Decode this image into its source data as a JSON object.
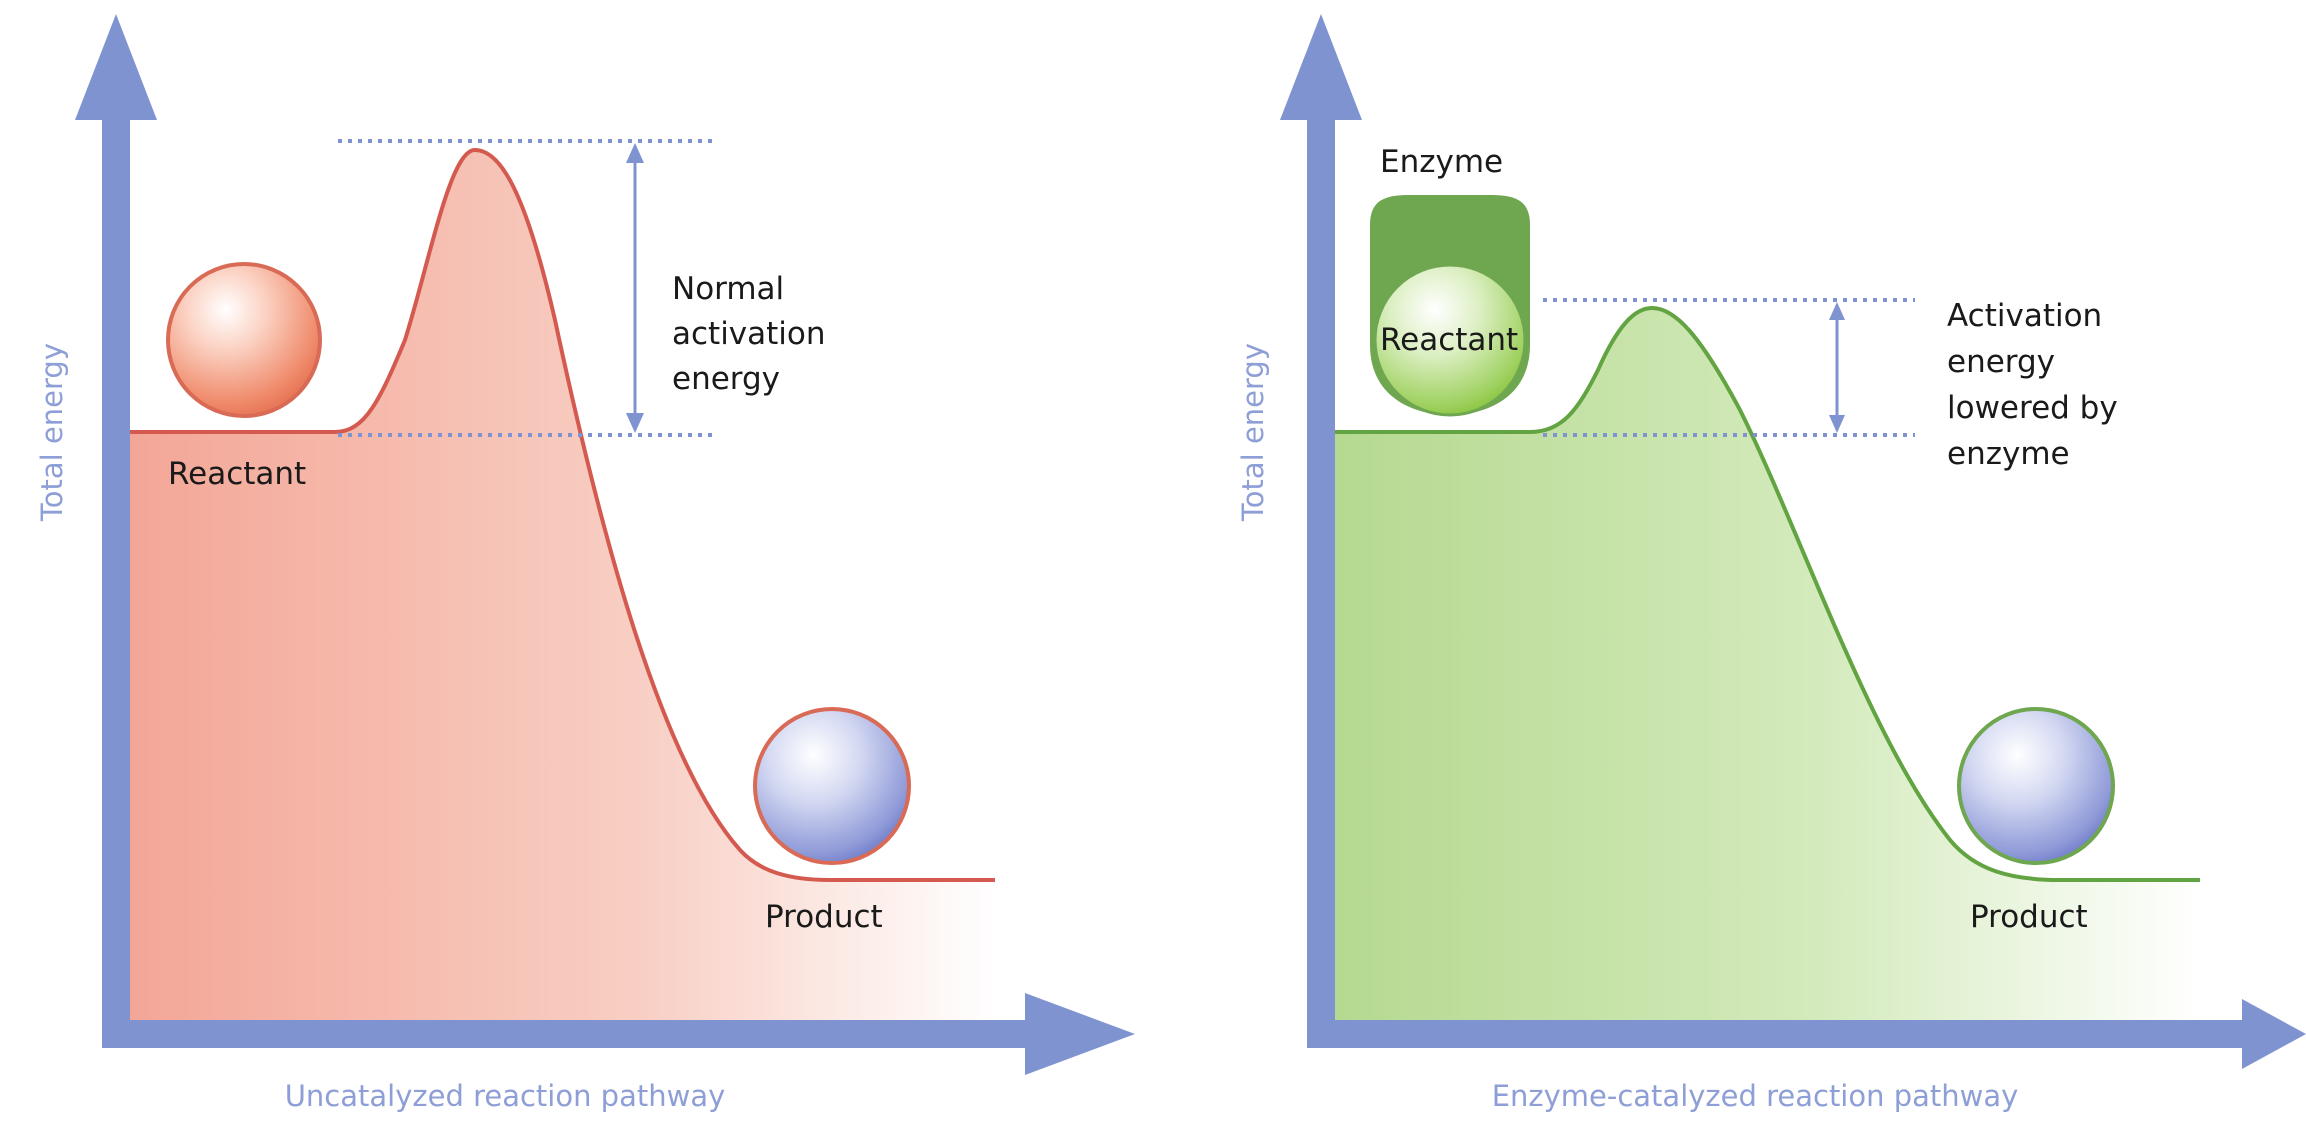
{
  "colors": {
    "axis": "#7f93d1",
    "uncatalyzed_line": "#d45a50",
    "uncatalyzed_fill": "#f2a898",
    "catalyzed_line": "#62a342",
    "catalyzed_fill": "#a9d486",
    "enzyme": "#6fa650",
    "guide": "#7f93d1"
  },
  "left_panel": {
    "y_axis_label": "Total energy",
    "x_axis_label": "Uncatalyzed reaction pathway",
    "reactant_label": "Reactant",
    "product_label": "Product",
    "activation_label": [
      "Normal",
      "activation",
      "energy"
    ]
  },
  "right_panel": {
    "y_axis_label": "Total energy",
    "x_axis_label": "Enzyme-catalyzed reaction pathway",
    "enzyme_label": "Enzyme",
    "reactant_label": "Reactant",
    "product_label": "Product",
    "activation_label": [
      "Activation",
      "energy",
      "lowered by",
      "enzyme"
    ]
  }
}
